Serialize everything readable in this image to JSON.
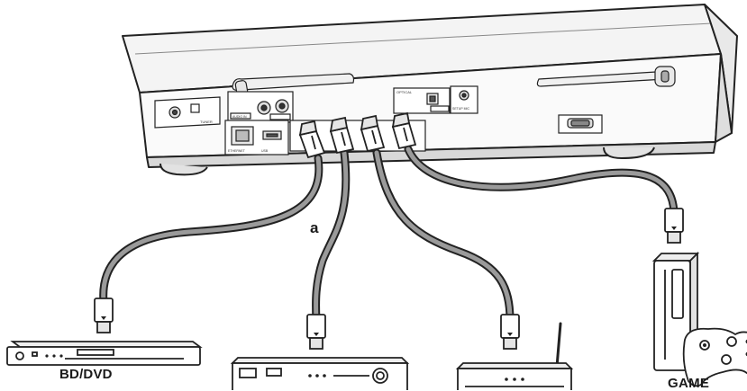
{
  "diagram": {
    "cable_label": "a",
    "devices": {
      "bd_dvd": "BD/DVD",
      "game": "GAME"
    },
    "panel_labels": {
      "tuner": "TUNER",
      "audio_in": "AUDIO IN",
      "optical": "OPTICAL",
      "ethernet": "ETHERNET",
      "usb": "USB",
      "setup_mic": "SETUP MIC"
    },
    "colors": {
      "line": "#222222",
      "cable": "#9a9a9a",
      "device_fill": "#ffffff",
      "shadow": "#e6e6e6"
    }
  }
}
